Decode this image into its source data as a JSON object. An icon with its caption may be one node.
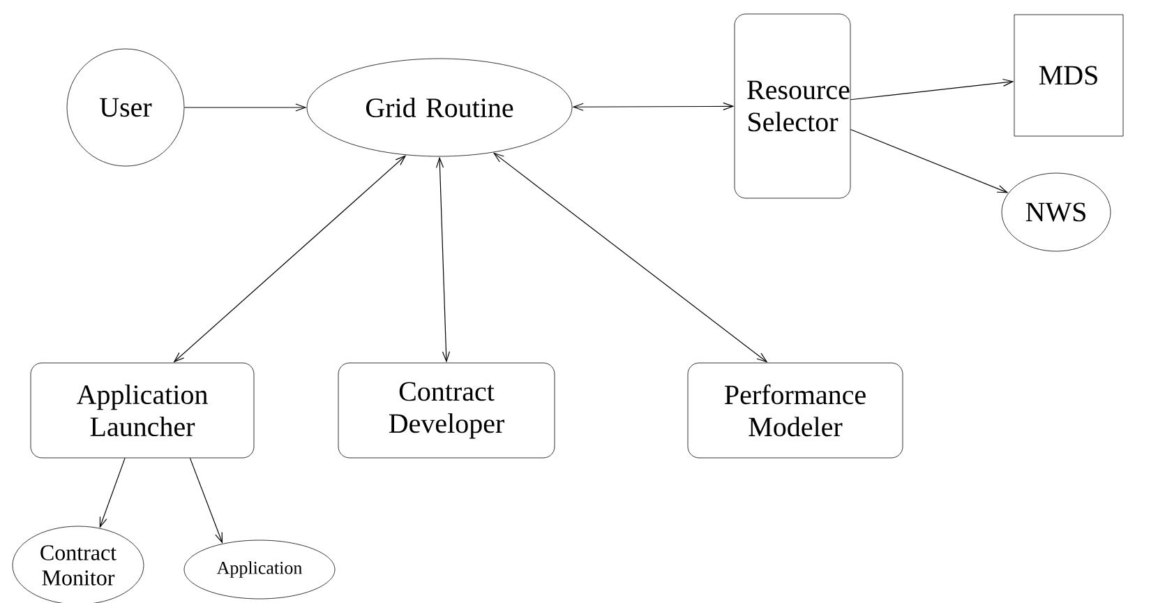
{
  "diagram": {
    "nodes": [
      {
        "text": [
          "User"
        ]
      },
      {
        "text": [
          "Grid Routine"
        ]
      },
      {
        "text": [
          "Resource Selector"
        ]
      },
      {
        "text": [
          "MDS"
        ]
      },
      {
        "text": [
          "NWS"
        ]
      },
      {
        "text": [
          "Application Launcher"
        ]
      },
      {
        "text": [
          "Contract Developer"
        ]
      },
      {
        "text": [
          "Performance Modeler"
        ]
      },
      {
        "text": [
          "Contract Monitor"
        ]
      },
      {
        "text": [
          "Application"
        ]
      }
    ],
    "edges": [
      {
        "from": 0,
        "to": 1,
        "arrow": "to"
      },
      {
        "from": 1,
        "to": 2,
        "arrow": "both"
      },
      {
        "from": 2,
        "to": 3,
        "arrow": "to"
      },
      {
        "from": 2,
        "to": 4,
        "arrow": "to"
      },
      {
        "from": 1,
        "to": 5,
        "arrow": "both"
      },
      {
        "from": 1,
        "to": 6,
        "arrow": "both"
      },
      {
        "from": 1,
        "to": 7,
        "arrow": "both"
      },
      {
        "from": 5,
        "to": 8,
        "arrow": "to"
      },
      {
        "from": 5,
        "to": 9,
        "arrow": "to"
      }
    ]
  }
}
